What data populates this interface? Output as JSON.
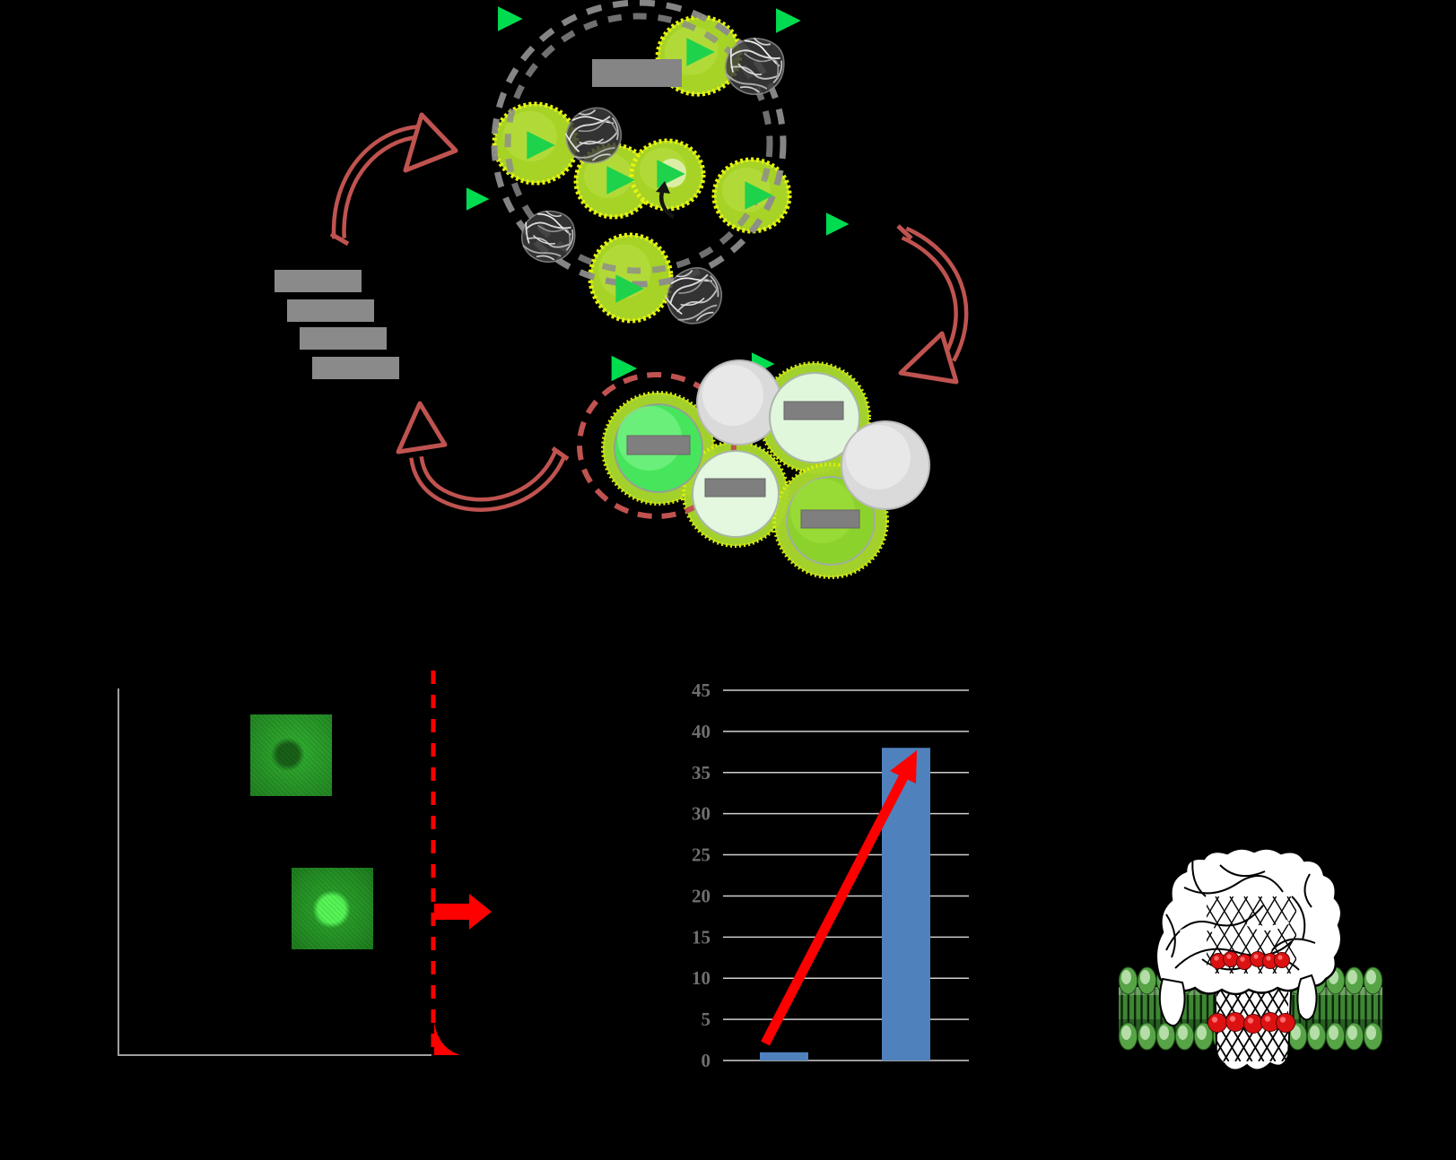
{
  "chart_data": {
    "type": "bar",
    "title": "",
    "categories": [
      "",
      ""
    ],
    "values": [
      1,
      38
    ],
    "xlabel": "",
    "ylabel": "",
    "ylim": [
      0,
      45
    ],
    "ytick_step": 5,
    "yticks": [
      0,
      5,
      10,
      15,
      20,
      25,
      30,
      35,
      40,
      45
    ],
    "grid": true,
    "legend": false,
    "bar_color": "#4f81bd",
    "gridline_color": "#cfcfcf",
    "tick_label_color": "#6f6f6f",
    "annotation_arrow_color": "#ff0000"
  },
  "palette": {
    "background": "#000000",
    "cycle_arrow_red": "#bf5350",
    "membrane_dash_gray": "#8c8c8c",
    "cell_green": "#a7d327",
    "cell_edge_yellow": "#e8f50b",
    "gfp_triangle_green": "#00d84e",
    "label_bar_gray": "#858585",
    "threshold_red": "#ff0000",
    "pale_cell_green": "#e0f7dc",
    "bright_cell_green": "#47e55c",
    "differentiated_cell_green": "#8cd22c",
    "inactive_cell_gray": "#dadada",
    "bar_blue": "#4f81bd",
    "lipid_head_green": "#57a447",
    "residue_red": "#dc1212",
    "protein_scribble_gray": "#c8c8c8"
  },
  "cycle_panel": {
    "encapsulated_cells": 6,
    "free_triangles": 6,
    "protein_structures": 4,
    "stacked_bars": 4,
    "scale_bars_in_cluster": 4
  },
  "cluster_panel": {
    "cells_total": 6,
    "labeled_cells": 4,
    "gray_cells": 2
  },
  "droplet_plot": {
    "droplet_images": 2,
    "negative_droplet_center": "dark",
    "positive_droplet_center": "bright"
  }
}
